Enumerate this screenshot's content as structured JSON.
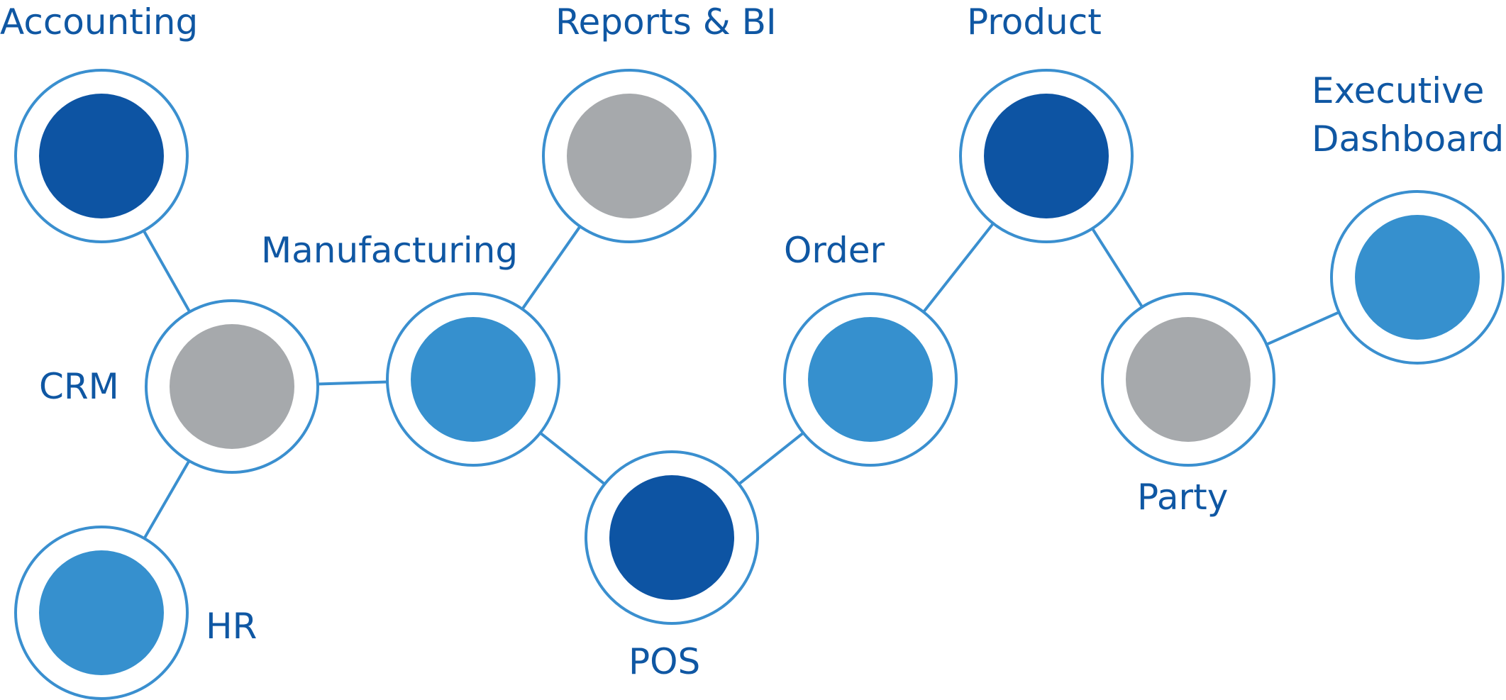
{
  "colors": {
    "dark_blue": "#0d54a3",
    "light_blue": "#3690ce",
    "gray": "#a6a9ac",
    "line_blue": "#3a8fcf",
    "label_blue": "#0f57a3"
  },
  "nodes": [
    {
      "id": "accounting",
      "label": "Accounting",
      "fill": "dark_blue"
    },
    {
      "id": "crm",
      "label": "CRM",
      "fill": "gray"
    },
    {
      "id": "hr",
      "label": "HR",
      "fill": "light_blue"
    },
    {
      "id": "manufacturing",
      "label": "Manufacturing",
      "fill": "light_blue"
    },
    {
      "id": "reports",
      "label": "Reports & BI",
      "fill": "gray"
    },
    {
      "id": "pos",
      "label": "POS",
      "fill": "dark_blue"
    },
    {
      "id": "order",
      "label": "Order",
      "fill": "light_blue"
    },
    {
      "id": "product",
      "label": "Product",
      "fill": "dark_blue"
    },
    {
      "id": "party",
      "label": "Party",
      "fill": "gray"
    },
    {
      "id": "executive",
      "label": "Executive Dashboard",
      "label_lines": [
        "Executive",
        "Dashboard"
      ],
      "fill": "light_blue"
    }
  ],
  "edges": [
    [
      "accounting",
      "crm"
    ],
    [
      "crm",
      "hr"
    ],
    [
      "crm",
      "manufacturing"
    ],
    [
      "manufacturing",
      "reports"
    ],
    [
      "manufacturing",
      "pos"
    ],
    [
      "pos",
      "order"
    ],
    [
      "order",
      "product"
    ],
    [
      "product",
      "party"
    ],
    [
      "party",
      "executive"
    ]
  ]
}
